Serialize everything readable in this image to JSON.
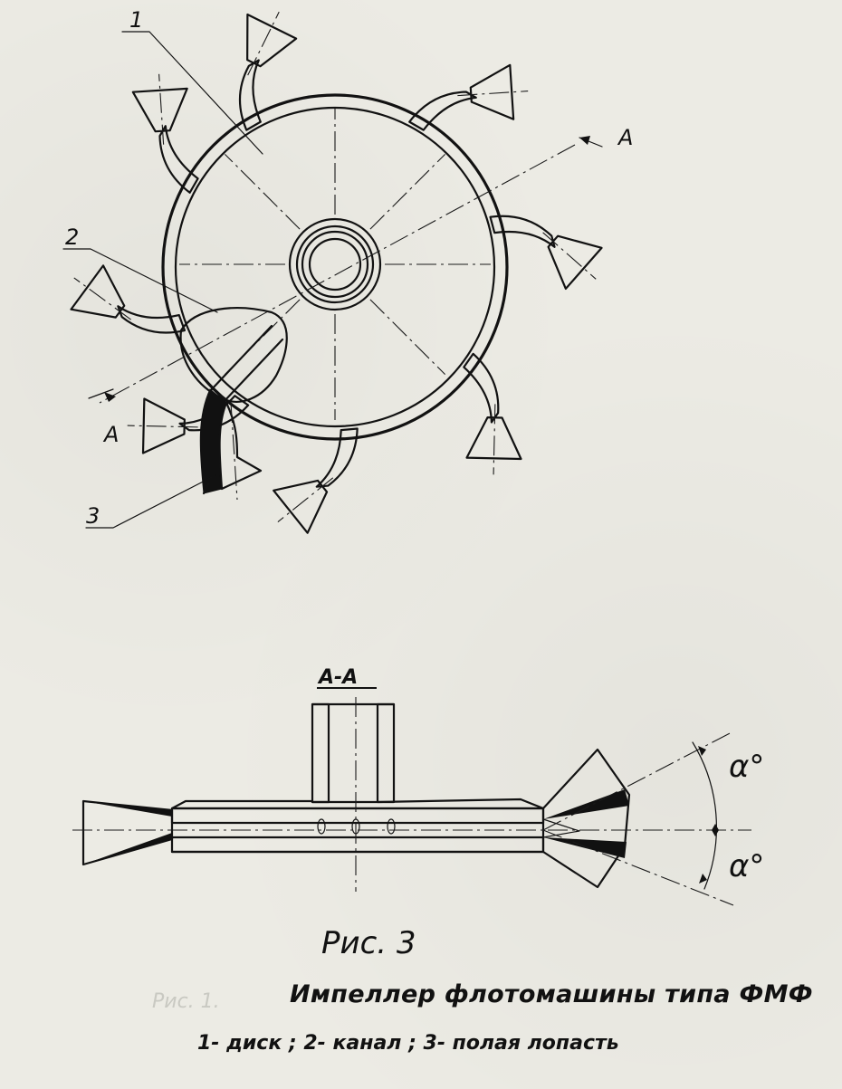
{
  "labels": {
    "disk_callout": "1",
    "channel_callout": "2",
    "blade_callout": "3",
    "section_marker_top": "A",
    "section_marker_bottom": "A",
    "section_title": "A-A",
    "angle_top": "α°",
    "angle_bottom": "α°"
  },
  "caption": {
    "figure_number": "Рис. 3",
    "faded_text": "Рис. 1.",
    "title": "Импеллер флотомашины типа ФМФ",
    "legend": "1- диск ; 2- канал ; 3- полая лопасть"
  },
  "impeller": {
    "blade_angles_deg": [
      -120,
      -60,
      -15,
      35,
      85,
      125,
      160,
      210
    ],
    "hollow_blade_angle_deg": 120
  }
}
